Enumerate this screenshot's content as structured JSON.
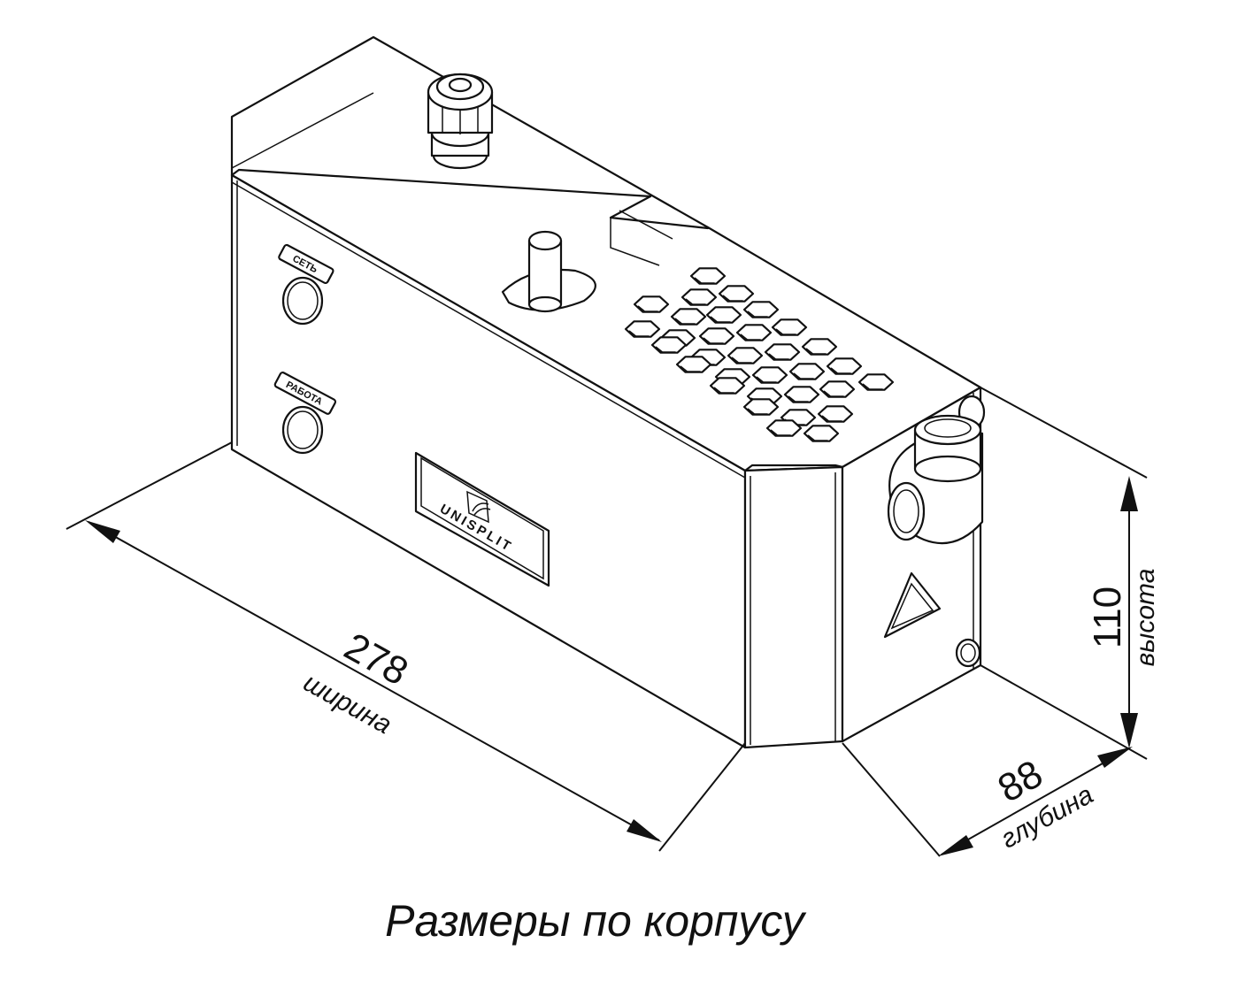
{
  "indicators": {
    "power_label": "СЕТЬ",
    "work_label": "РАБОТА"
  },
  "logo_text": "UNISPLIT",
  "dimensions": {
    "width": {
      "value": "278",
      "label": "ширина"
    },
    "depth": {
      "value": "88",
      "label": "глубина"
    },
    "height": {
      "value": "110",
      "label": "высота"
    }
  },
  "caption": "Размеры по корпусу"
}
